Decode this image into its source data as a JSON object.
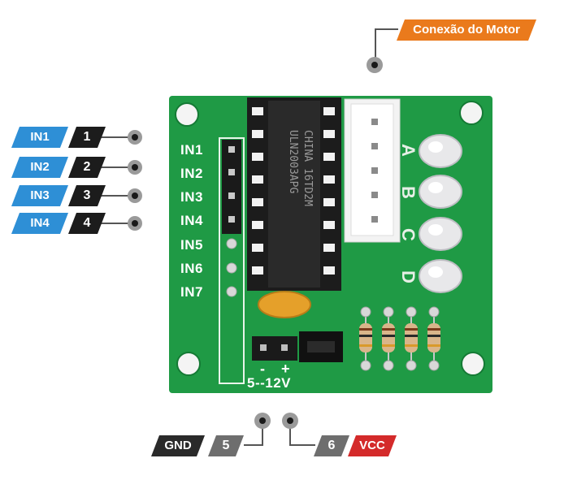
{
  "callout": {
    "motor": "Conexão do Motor"
  },
  "inputs": [
    {
      "label": "IN1",
      "num": "1"
    },
    {
      "label": "IN2",
      "num": "2"
    },
    {
      "label": "IN3",
      "num": "3"
    },
    {
      "label": "IN4",
      "num": "4"
    }
  ],
  "board": {
    "in_labels": [
      "IN1",
      "IN2",
      "IN3",
      "IN4",
      "IN5",
      "IN6",
      "IN7"
    ],
    "led_letters": [
      "A",
      "B",
      "C",
      "D"
    ],
    "chip_line1": "CHINA 16TD2M",
    "chip_line2": "ULN2003APG",
    "power_minus": "-",
    "power_plus": "+",
    "power_range": "5--12V"
  },
  "power": {
    "gnd": {
      "label": "GND",
      "num": "5"
    },
    "vcc": {
      "label": "VCC",
      "num": "6"
    }
  },
  "colors": {
    "pcb": "#1f9a45",
    "blue": "#2e8fd6",
    "orange": "#ea7a1c",
    "red": "#d42a2a"
  }
}
